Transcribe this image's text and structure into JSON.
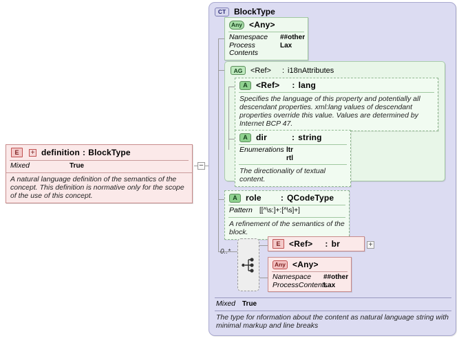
{
  "diagram": {
    "kind": "xsd-schema-diagram",
    "colors": {
      "element_fill": "#fbe9e9",
      "element_stroke": "#c88a8a",
      "attribute_fill": "#f1fbf1",
      "attribute_stroke": "#8fb88f",
      "group_fill": "#e8f6e8",
      "complextype_fill": "#dcdcf2",
      "complextype_stroke": "#a9a9cf",
      "compositor_fill": "#eeeeee"
    }
  },
  "left_element": {
    "badge": "E",
    "expander": "+",
    "name": "definition",
    "separator": ":",
    "type": "BlockType",
    "props": [
      {
        "key": "Mixed",
        "value": "True"
      }
    ],
    "documentation": "A natural language definition of the semantics of the concept. This definition is normative only for the scope of the use of this concept."
  },
  "connector": {
    "toggle": "−"
  },
  "complex_type": {
    "badge": "CT",
    "name": "BlockType",
    "footer_props": [
      {
        "key": "Mixed",
        "value": "True"
      }
    ],
    "documentation": "The type for nformation about the content as natural language string with minimal markup and line breaks"
  },
  "any_top": {
    "badge": "Any",
    "name": "<Any>",
    "props": [
      {
        "key": "Namespace",
        "value": "##other"
      },
      {
        "key": "Process Contents",
        "value": "Lax"
      }
    ]
  },
  "attribute_group": {
    "badge": "AG",
    "name": "<Ref>",
    "separator": ":",
    "type": "i18nAttributes"
  },
  "attr_lang": {
    "badge": "A",
    "name": "<Ref>",
    "separator": ":",
    "type": "lang",
    "documentation": "Specifies the language of this property and potentially all descendant properties. xml:lang values of descendant properties override this value. Values are determined by Internet BCP 47."
  },
  "attr_dir": {
    "badge": "A",
    "name": "dir",
    "separator": ":",
    "type": "string",
    "props": [
      {
        "key": "Enumerations",
        "value": "ltr\nrtl"
      }
    ],
    "enumerations": [
      "ltr",
      "rtl"
    ],
    "documentation": "The directionality of textual content."
  },
  "attr_role": {
    "badge": "A",
    "name": "role",
    "separator": ":",
    "type": "QCodeType",
    "props": [
      {
        "key": "Pattern",
        "value": "[[^\\s:]+:[^\\s]+]"
      }
    ],
    "documentation": "A refinement of the semantics of the block."
  },
  "compositor": {
    "kind": "choice",
    "cardinality": "0..*"
  },
  "element_br": {
    "badge": "E",
    "name": "<Ref>",
    "separator": ":",
    "type": "br",
    "expander": "+"
  },
  "any_bottom": {
    "badge": "Any",
    "name": "<Any>",
    "props": [
      {
        "key": "Namespace",
        "value": "##other"
      },
      {
        "key": "ProcessContents",
        "value": "Lax"
      }
    ]
  }
}
